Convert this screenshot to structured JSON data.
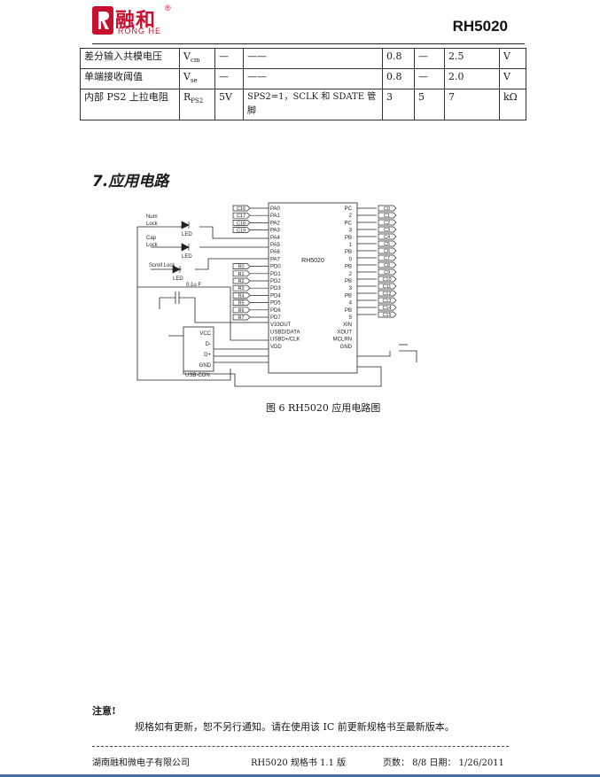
{
  "header": {
    "logo_cn": "融和",
    "logo_en": "RONG HE",
    "logo_reg": "®",
    "doc_id": "RH5020"
  },
  "spec_table": {
    "rows": [
      {
        "name": "差分输入共模电压",
        "symbol": "V",
        "symbol_sub": "cm",
        "cond": "—",
        "desc": "——",
        "min": "0.8",
        "typ": "—",
        "max": "2.5",
        "unit": "V"
      },
      {
        "name": "单端接收阈值",
        "symbol": "V",
        "symbol_sub": "se",
        "cond": "—",
        "desc": "——",
        "min": "0.8",
        "typ": "—",
        "max": "2.0",
        "unit": "V"
      },
      {
        "name": "内部 PS2 上拉电阻",
        "symbol": "R",
        "symbol_sub": "PS2",
        "cond": "5V",
        "desc": "SPS2=1，SCLK 和 SDATE 管脚",
        "min": "3",
        "typ": "5",
        "max": "7",
        "unit": "kΩ"
      }
    ]
  },
  "section": {
    "title": "7.应用电路"
  },
  "circuit": {
    "chip_name": "RH5020",
    "left_pins": [
      "PA0",
      "PA1",
      "PA2",
      "PA3",
      "PA4",
      "PA5",
      "PA6",
      "PA7",
      "PD0",
      "PD1",
      "PD2",
      "PD3",
      "PD4",
      "PD5",
      "PD6",
      "PD7",
      "V33OUT",
      "USBD/DATA",
      "USBD+/CLK",
      "VDD"
    ],
    "right_pins": [
      "PC",
      "2",
      "PC",
      "3",
      "PB",
      "1",
      "PB",
      "0",
      "PB",
      "2",
      "PB",
      "3",
      "PB",
      "4",
      "PB",
      "5",
      "XIN",
      "XOUT",
      "MCLRN",
      "GND"
    ],
    "row_labels": [
      "C16",
      "C17",
      "C18",
      "C19"
    ],
    "col_labels": [
      "C0",
      "C1",
      "C2",
      "C3",
      "C4",
      "C5",
      "C6",
      "C7",
      "C8",
      "C9",
      "C10",
      "C11",
      "C12",
      "C13",
      "C14",
      "C15"
    ],
    "r_labels": [
      "R0",
      "R1",
      "R2",
      "R3",
      "R4",
      "R5",
      "R6",
      "R7"
    ],
    "led_labels": [
      "Num Lock",
      "Cap Lock",
      "Scroll Lock"
    ],
    "led_text": "LED",
    "cap_label": "0.1u F",
    "usb_pins": [
      "VCC",
      "D-",
      "D+",
      "GND"
    ],
    "usb_name": "USB-CON"
  },
  "figure": {
    "caption": "图 6 RH5020 应用电路图"
  },
  "notice": {
    "heading": "注意!",
    "body": "规格如有更新，恕不另行通知。请在使用该 IC 前更新规格书至最新版本。"
  },
  "footer": {
    "company": "湖南融和微电子有限公司",
    "version": "RH5020 规格书 1.1 版",
    "page": "页数： 8/8 日期： 1/26/2011"
  },
  "colors": {
    "logo": "#c8102e",
    "bottom_bar": "#4a6fa5"
  }
}
